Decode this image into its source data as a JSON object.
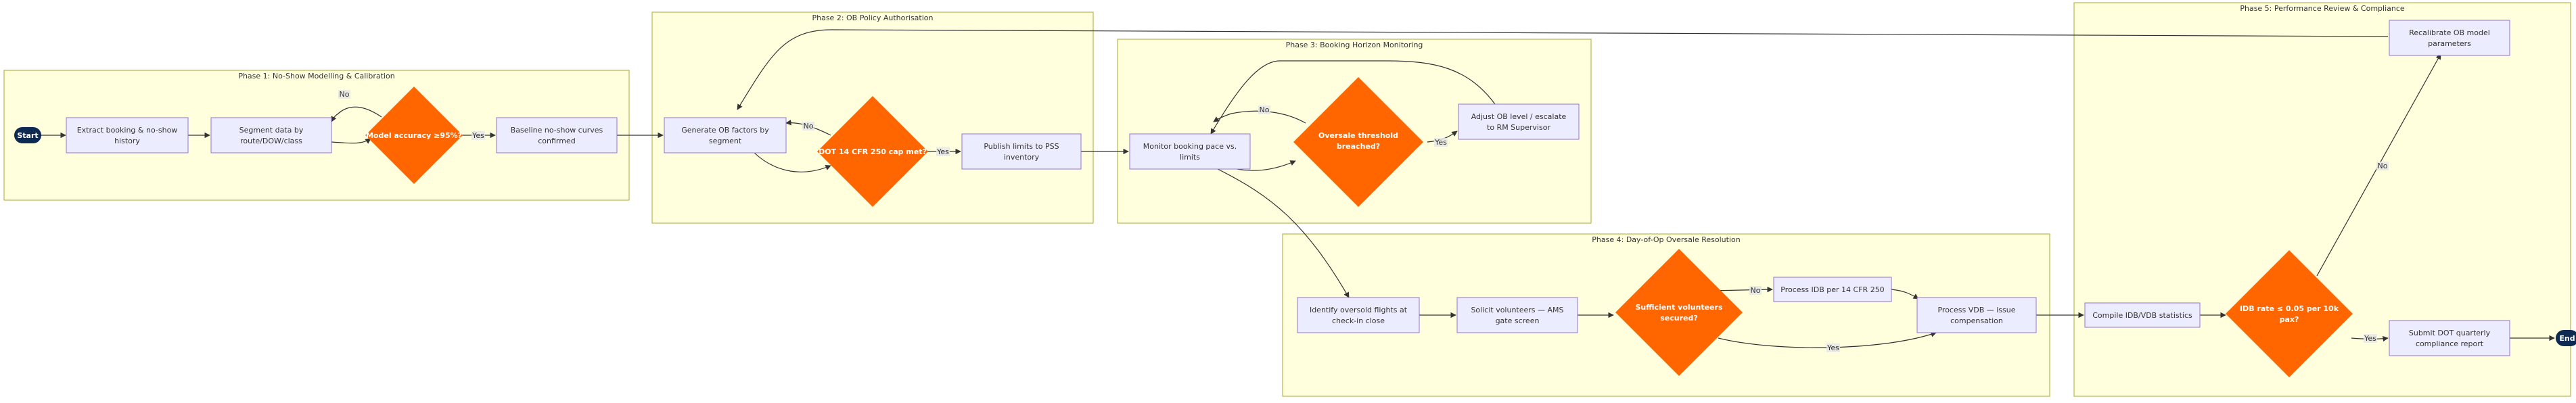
{
  "colors": {
    "phase_fill": "#ffffde",
    "phase_stroke": "#aaaa33",
    "node_fill": "#ececff",
    "node_stroke": "#9370db",
    "decision_fill": "#ff6600",
    "terminal_fill": "#0f2a52",
    "edge": "#333333"
  },
  "phases": {
    "p1": "Phase 1: No-Show Modelling & Calibration",
    "p2": "Phase 2: OB Policy Authorisation",
    "p3": "Phase 3: Booking Horizon Monitoring",
    "p4": "Phase 4: Day-of-Op Oversale Resolution",
    "p5": "Phase 5: Performance Review & Compliance"
  },
  "nodes": {
    "start": "Start",
    "extract": [
      "Extract booking & no-show",
      "history"
    ],
    "segment": [
      "Segment data by",
      "route/DOW/class"
    ],
    "model_acc": [
      "Model accuracy ≥95%?"
    ],
    "baseline": [
      "Baseline no-show curves",
      "confirmed"
    ],
    "generate": [
      "Generate OB factors by",
      "segment"
    ],
    "dot14": [
      "DOT 14 CFR 250 cap met?"
    ],
    "publish": [
      "Publish limits to PSS",
      "inventory"
    ],
    "monitor": [
      "Monitor booking pace vs.",
      "limits"
    ],
    "oversale": [
      "Oversale threshold",
      "breached?"
    ],
    "adjust": [
      "Adjust OB level / escalate",
      "to RM Supervisor"
    ],
    "identify": [
      "Identify oversold flights at",
      "check-in close"
    ],
    "solicit": [
      "Solicit volunteers — AMS",
      "gate screen"
    ],
    "sufficient": [
      "Sufficient volunteers",
      "secured?"
    ],
    "process_idb": [
      "Process IDB per 14 CFR 250"
    ],
    "process_vdb": [
      "Process VDB — issue",
      "compensation"
    ],
    "compile": [
      "Compile IDB/VDB statistics"
    ],
    "idb_rate": [
      "IDB rate ≤ 0.05 per 10k",
      "pax?"
    ],
    "recalibrate": [
      "Recalibrate OB model",
      "parameters"
    ],
    "submit": [
      "Submit DOT quarterly",
      "compliance report"
    ],
    "end": "End"
  },
  "edge_labels": {
    "no": "No",
    "yes": "Yes"
  }
}
